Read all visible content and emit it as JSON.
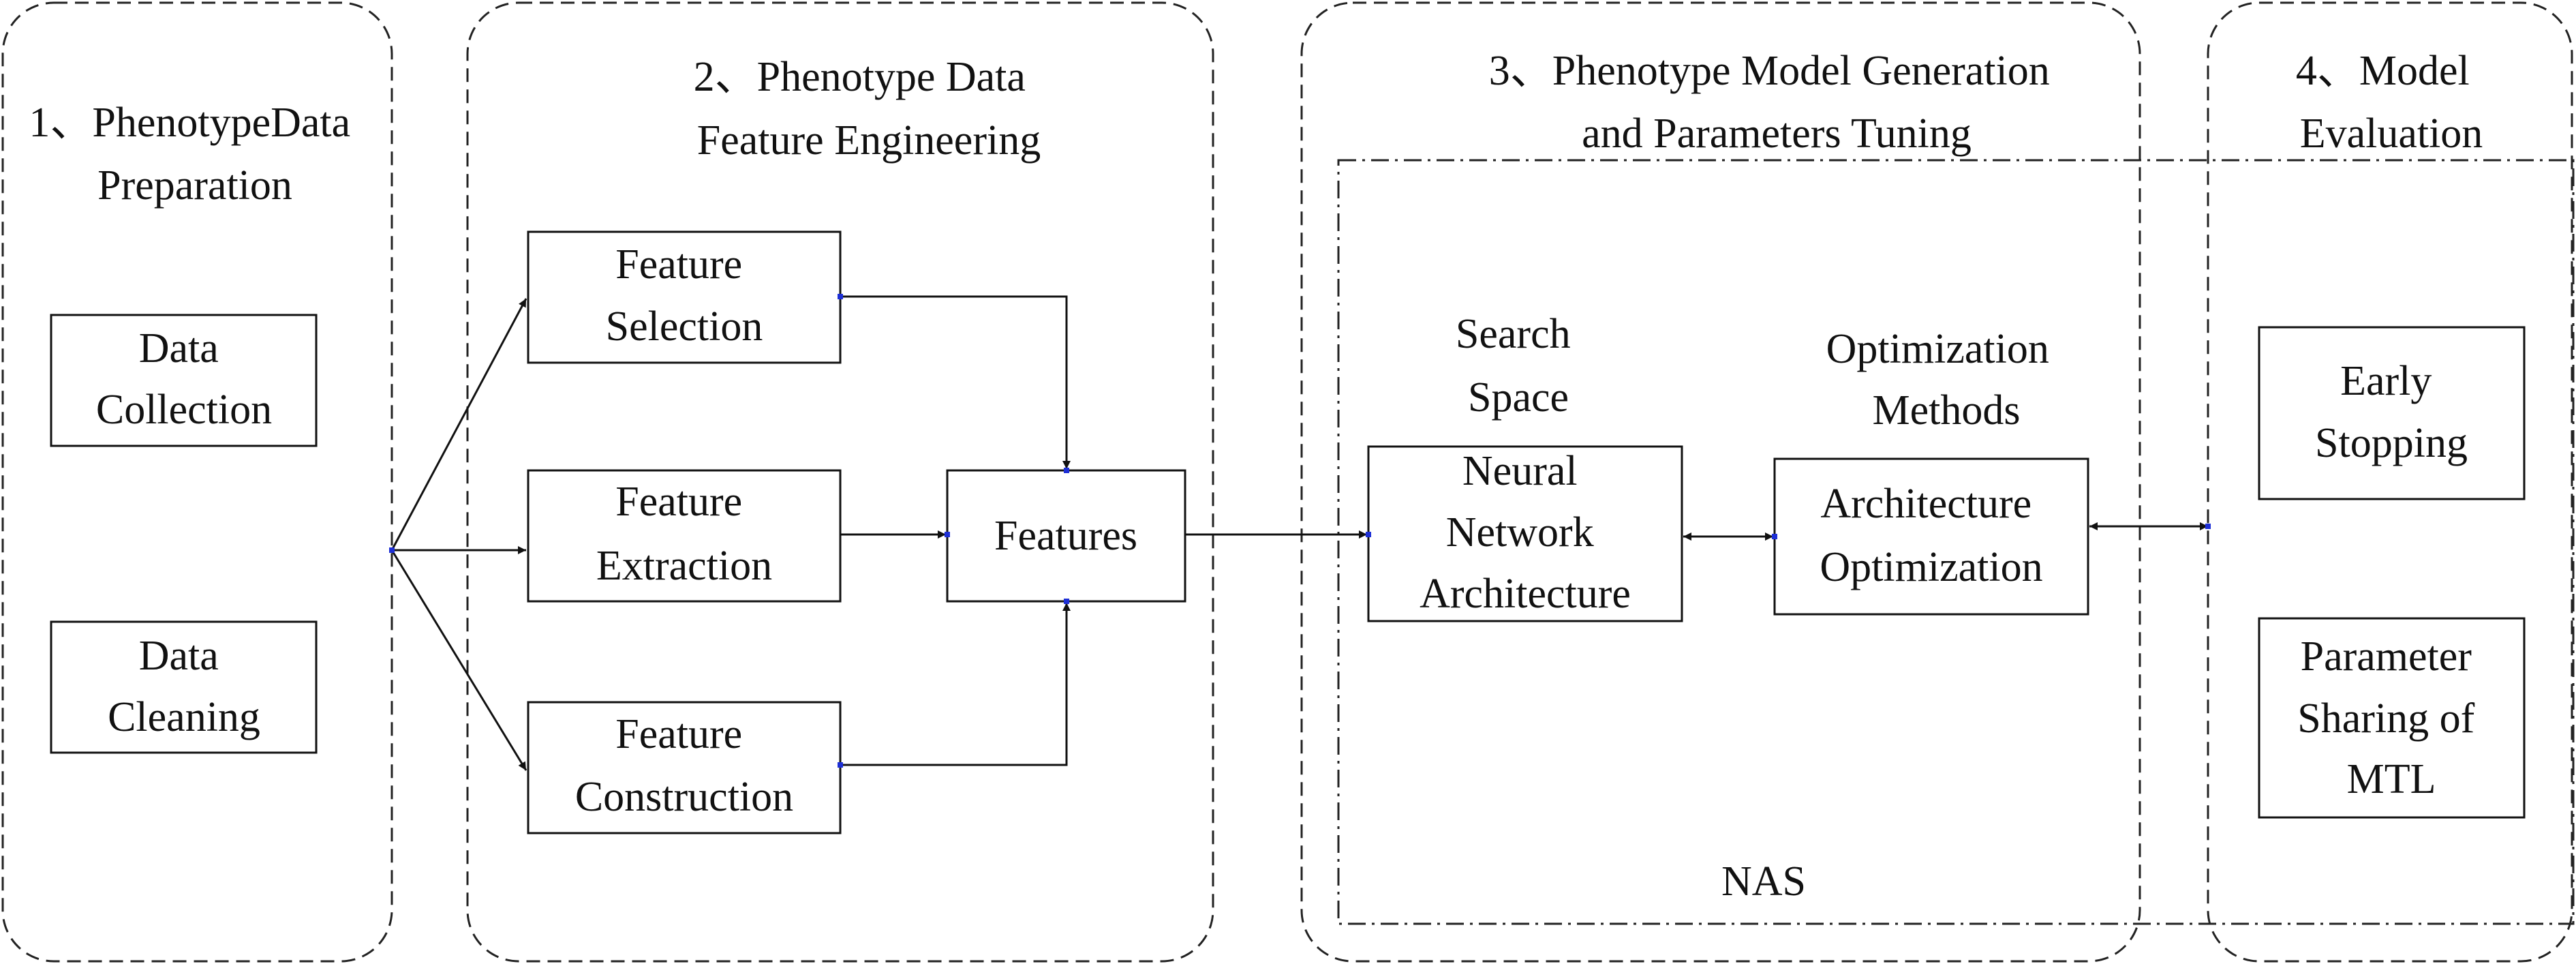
{
  "stages": [
    {
      "id": "stage-1",
      "title_lines": [
        "1、PhenotypeData",
        "Preparation"
      ]
    },
    {
      "id": "stage-2",
      "title_lines": [
        "2、Phenotype Data",
        "Feature Engineering"
      ]
    },
    {
      "id": "stage-3",
      "title_lines": [
        "3、Phenotype Model Generation",
        "and Parameters Tuning"
      ]
    },
    {
      "id": "stage-4",
      "title_lines": [
        "4、Model",
        "Evaluation"
      ]
    }
  ],
  "nas_label": "NAS",
  "labels": {
    "search_space": [
      "Search",
      "Space"
    ],
    "optimization_methods": [
      "Optimization",
      "Methods"
    ]
  },
  "nodes": {
    "data_collection": [
      "Data",
      "Collection"
    ],
    "data_cleaning": [
      "Data",
      "Cleaning"
    ],
    "feature_selection": [
      "Feature",
      "Selection"
    ],
    "feature_extraction": [
      "Feature",
      "Extraction"
    ],
    "feature_construction": [
      "Feature",
      "Construction"
    ],
    "features": [
      "Features"
    ],
    "neural_network_architecture": [
      "Neural",
      "Network",
      "Architecture"
    ],
    "architecture_optimization": [
      "Architecture",
      "Optimization"
    ],
    "early_stopping": [
      "Early",
      "Stopping"
    ],
    "parameter_sharing": [
      "Parameter",
      "Sharing of",
      "MTL"
    ]
  },
  "edges": [
    {
      "from": "stage-1",
      "to": "feature_selection",
      "direction": "forward"
    },
    {
      "from": "stage-1",
      "to": "feature_extraction",
      "direction": "forward"
    },
    {
      "from": "stage-1",
      "to": "feature_construction",
      "direction": "forward"
    },
    {
      "from": "feature_selection",
      "to": "features",
      "direction": "forward"
    },
    {
      "from": "feature_extraction",
      "to": "features",
      "direction": "forward"
    },
    {
      "from": "feature_construction",
      "to": "features",
      "direction": "forward"
    },
    {
      "from": "features",
      "to": "neural_network_architecture",
      "direction": "forward"
    },
    {
      "from": "neural_network_architecture",
      "to": "architecture_optimization",
      "direction": "both"
    },
    {
      "from": "architecture_optimization",
      "to": "stage-4",
      "direction": "both"
    }
  ],
  "colors": {
    "stroke": "#111111",
    "text": "#111111",
    "frame": "#222222",
    "port": "#1d2fd6",
    "background": "#ffffff"
  }
}
